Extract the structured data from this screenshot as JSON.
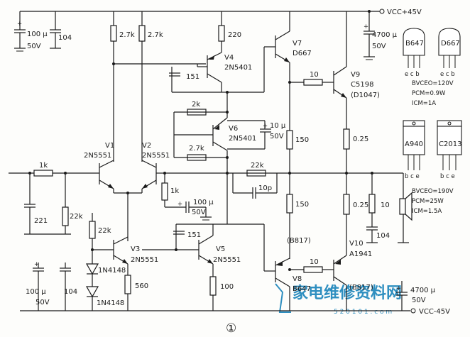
{
  "rails": {
    "vcc_pos": "VCC+45V",
    "vcc_neg": "VCC-45V"
  },
  "caps": {
    "c1_value": "100 μ",
    "c1_voltage": "50V",
    "c2": "104",
    "c3_value": "4700 μ",
    "c3_voltage": "50V",
    "c151a": "151",
    "c10u_value": "10 μ",
    "c10u_voltage": "50V",
    "c221": "221",
    "c10p": "10p",
    "c100u_value": "100 μ",
    "c100u_voltage": "50V",
    "c151b": "151",
    "c104_out": "104",
    "c100u_neg_value": "100 μ",
    "c100u_neg_voltage": "50V",
    "c104_neg": "104",
    "c4700_neg_value": "4700 μ",
    "c4700_neg_voltage": "50V"
  },
  "resistors": {
    "r27a": "2.7k",
    "r27b": "2.7k",
    "r220": "220",
    "r2k": "2k",
    "r27c": "2.7k",
    "r10a": "10",
    "r025a": "0.25",
    "r150a": "150",
    "r150b": "150",
    "r22k_fb": "22k",
    "r1k_in": "1k",
    "r1k_mid": "1k",
    "r22k_in": "22k",
    "r22k_bias": "22k",
    "r025b": "0.25",
    "r10b": "10",
    "r10c": "10",
    "r560": "560",
    "r100": "100"
  },
  "transistors": {
    "v1": "V1",
    "v1_type": "2N5551",
    "v2": "V2",
    "v2_type": "2N5551",
    "v3": "V3",
    "v3_type": "2N5551",
    "v4": "V4",
    "v4_type": "2N5401",
    "v5": "V5",
    "v5_type": "2N5551",
    "v6": "V6",
    "v6_type": "2N5401",
    "v7": "V7",
    "v7_type": "D667",
    "v8": "V8",
    "v8_type": "B647",
    "v8_alt": "(B817)",
    "v9": "V9",
    "v9_type": "C5198",
    "v9_alt": "(D1047)",
    "v10": "V10",
    "v10_type": "A1941",
    "v10_alt": "(B817)"
  },
  "diodes": {
    "d1": "1N4148",
    "d2": "1N4148"
  },
  "packages": {
    "b647": "B647",
    "d667": "D667",
    "small_pins": "e c b",
    "small_specs": [
      "BVCEO=120V",
      "PCM=0.9W",
      "ICM=1A"
    ],
    "a940": "A940",
    "c2013": "C2013",
    "power_pins": "b c e",
    "power_specs": [
      "BVCEO=190V",
      "PCM=25W",
      "ICM=1.5A"
    ]
  },
  "figure_number": "①",
  "watermark": {
    "text": "家电维修资料网",
    "url": "5 2 0 1 0 1 . c o m"
  }
}
